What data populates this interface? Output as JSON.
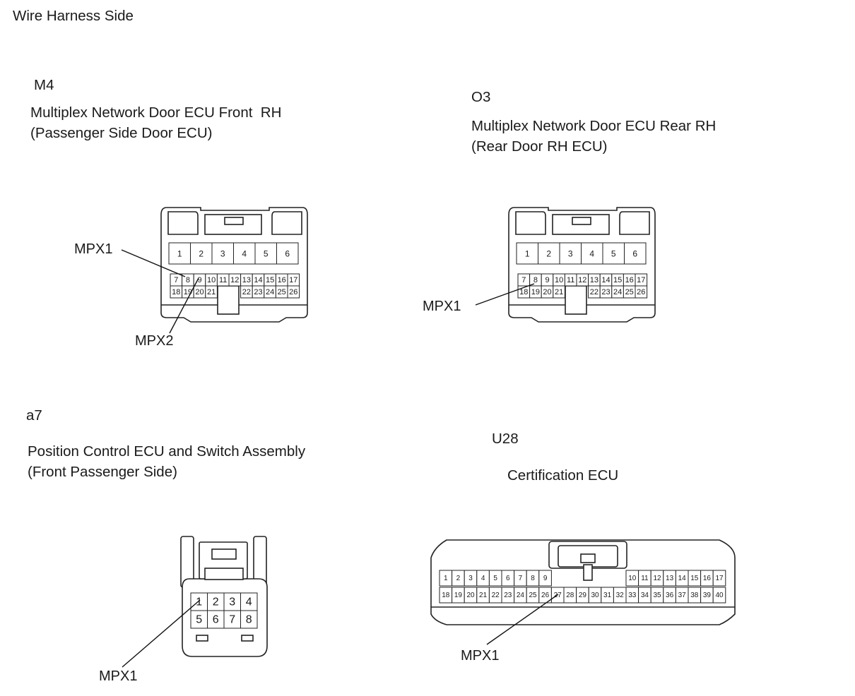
{
  "page_title": "Wire Harness Side",
  "connectors": {
    "m4": {
      "code": "M4",
      "name_line1": "Multiplex Network Door ECU Front  RH",
      "name_line2": "(Passenger Side Door ECU)",
      "pins_top": [
        "1",
        "2",
        "3",
        "4",
        "5",
        "6"
      ],
      "pins_mid": [
        "7",
        "8",
        "9",
        "10",
        "11",
        "12",
        "13",
        "14",
        "15",
        "16",
        "17"
      ],
      "pins_bot": [
        "18",
        "19",
        "20",
        "21",
        "22",
        "23",
        "24",
        "25",
        "26"
      ],
      "callouts": [
        "MPX1",
        "MPX2"
      ]
    },
    "o3": {
      "code": "O3",
      "name_line1": "Multiplex Network Door ECU Rear RH",
      "name_line2": "(Rear Door RH ECU)",
      "pins_top": [
        "1",
        "2",
        "3",
        "4",
        "5",
        "6"
      ],
      "pins_mid": [
        "7",
        "8",
        "9",
        "10",
        "11",
        "12",
        "13",
        "14",
        "15",
        "16",
        "17"
      ],
      "pins_bot": [
        "18",
        "19",
        "20",
        "21",
        "22",
        "23",
        "24",
        "25",
        "26"
      ],
      "callouts": [
        "MPX1"
      ]
    },
    "a7": {
      "code": "a7",
      "name_line1": "Position Control ECU and Switch Assembly",
      "name_line2": "(Front Passenger Side)",
      "pins": [
        "1",
        "2",
        "3",
        "4",
        "5",
        "6",
        "7",
        "8"
      ],
      "callouts": [
        "MPX1"
      ]
    },
    "u28": {
      "code": "U28",
      "name_line1": "Certification ECU",
      "pins_top_left": [
        "1",
        "2",
        "3",
        "4",
        "5",
        "6",
        "7",
        "8",
        "9"
      ],
      "pins_top_right": [
        "10",
        "11",
        "12",
        "13",
        "14",
        "15",
        "16",
        "17"
      ],
      "pins_bot": [
        "18",
        "19",
        "20",
        "21",
        "22",
        "23",
        "24",
        "25",
        "26",
        "27",
        "28",
        "29",
        "30",
        "31",
        "32",
        "33",
        "34",
        "35",
        "36",
        "37",
        "38",
        "39",
        "40"
      ],
      "callouts": [
        "MPX1"
      ]
    }
  }
}
